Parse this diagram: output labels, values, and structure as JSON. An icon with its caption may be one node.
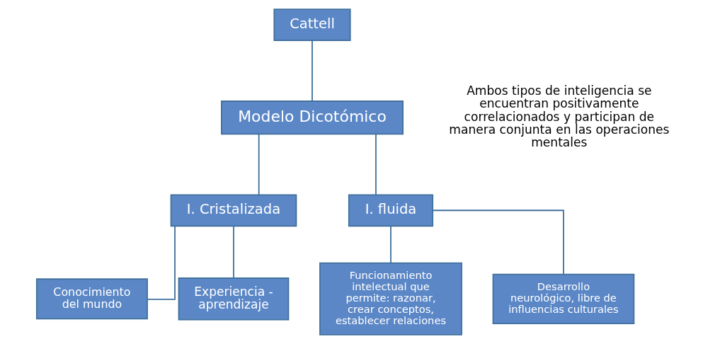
{
  "diagram": {
    "nodes": [
      {
        "text": [
          "Cattell"
        ]
      },
      {
        "text": [
          "Modelo Dicotómico"
        ]
      },
      {
        "text": [
          "I. Cristalizada"
        ]
      },
      {
        "text": [
          "I. fluida"
        ]
      },
      {
        "text": [
          "Conocimiento del mundo"
        ]
      },
      {
        "text": [
          "Experiencia - aprendizaje"
        ]
      },
      {
        "text": [
          "Funcionamiento intelectual que permite: razonar, crear conceptos, establecer relaciones"
        ]
      },
      {
        "text": [
          "Desarrollo neurológico, libre de influencias culturales"
        ]
      }
    ],
    "edges": [
      {
        "from": 0,
        "to": 1,
        "arrow": "none"
      },
      {
        "from": 1,
        "to": 2,
        "arrow": "none"
      },
      {
        "from": 1,
        "to": 3,
        "arrow": "none"
      },
      {
        "from": 2,
        "to": 4,
        "arrow": "none"
      },
      {
        "from": 2,
        "to": 5,
        "arrow": "none"
      },
      {
        "from": 3,
        "to": 6,
        "arrow": "none"
      },
      {
        "from": 3,
        "to": 7,
        "arrow": "none"
      }
    ],
    "labels": [
      "Ambos tipos de inteligencia se encuentran positivamente correlacionados y participan de manera conjunta en las operaciones mentales"
    ]
  }
}
